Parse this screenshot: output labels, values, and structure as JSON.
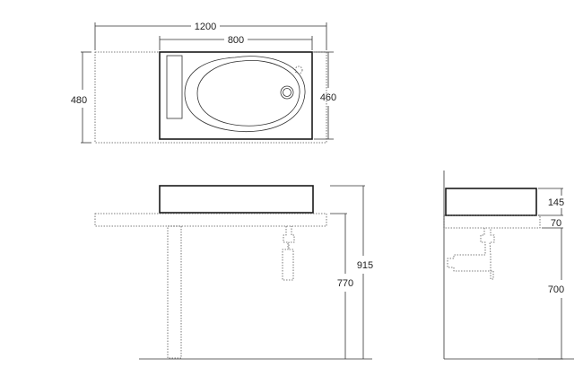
{
  "dimensions": {
    "total_width": "1200",
    "basin_width": "800",
    "counter_depth": "480",
    "basin_depth": "460",
    "total_height": "915",
    "counter_height": "770",
    "basin_height": "145",
    "counter_thickness": "70",
    "side_height": "700"
  },
  "colors": {
    "line": "#1a1a1a",
    "dotted": "#555555",
    "text": "#222222"
  }
}
